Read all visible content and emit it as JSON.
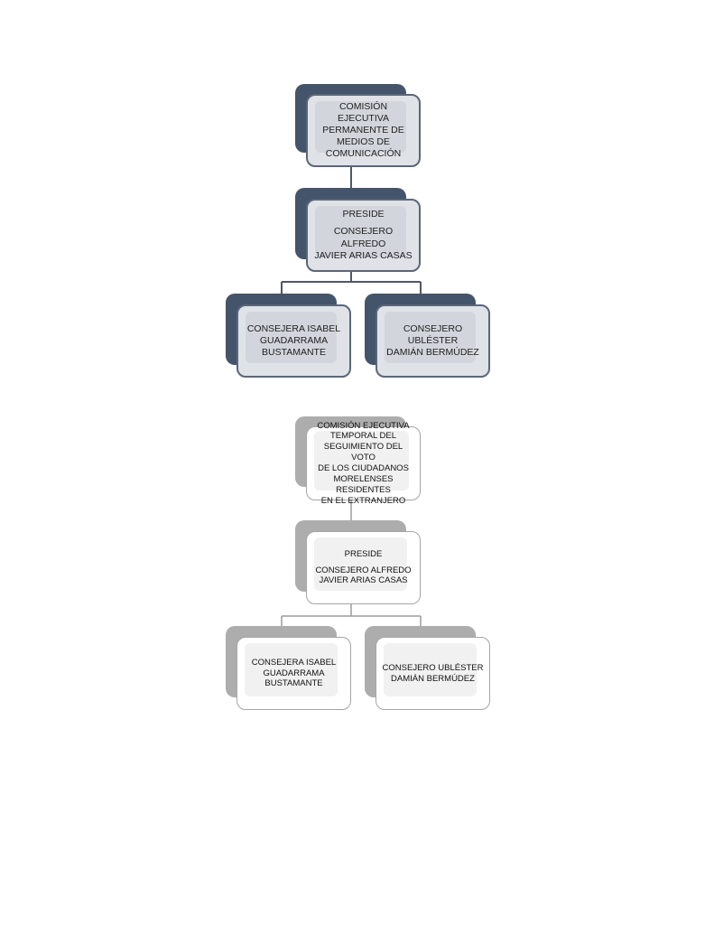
{
  "charts": [
    {
      "theme": "dark",
      "commission": [
        "COMISIÓN EJECUTIVA",
        "PERMANENTE DE",
        "MEDIOS DE",
        "COMUNICACIÓN"
      ],
      "preside_title": "PRESIDE",
      "president": [
        "CONSEJERO ALFREDO",
        "JAVIER ARIAS CASAS"
      ],
      "member_left": [
        "CONSEJERA ISABEL",
        "GUADARRAMA",
        "BUSTAMANTE"
      ],
      "member_right": [
        "CONSEJERO UBLÉSTER",
        "DAMIÁN BERMÚDEZ"
      ]
    },
    {
      "theme": "light",
      "commission": [
        "COMISIÓN EJECUTIVA",
        "TEMPORAL DEL",
        "SEGUIMIENTO DEL VOTO",
        "DE LOS CIUDADANOS",
        "MORELENSES RESIDENTES",
        "EN EL EXTRANJERO"
      ],
      "preside_title": "PRESIDE",
      "president": [
        "CONSEJERO ALFREDO",
        "JAVIER ARIAS CASAS"
      ],
      "member_left": [
        "CONSEJERA ISABEL",
        "GUADARRAMA",
        "BUSTAMANTE"
      ],
      "member_right": [
        "CONSEJERO UBLÉSTER",
        "DAMIÁN BERMÚDEZ"
      ]
    }
  ]
}
